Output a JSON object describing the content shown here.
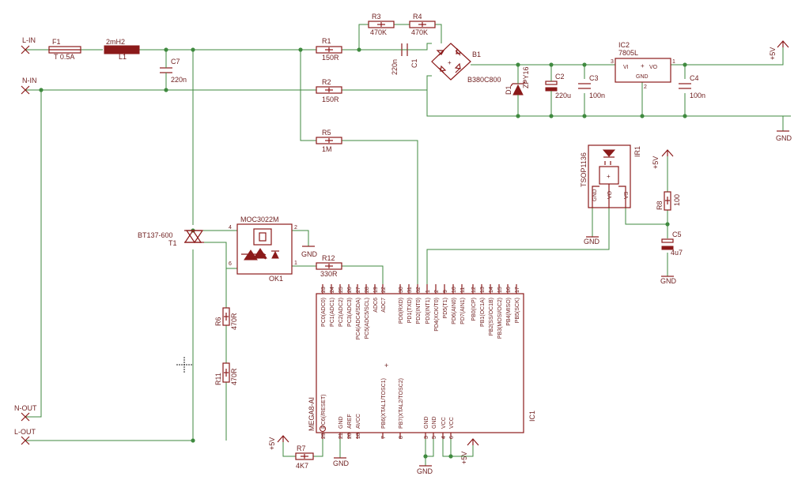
{
  "colors": {
    "wire": "#3f8a3f",
    "symbol": "#8b1a1a",
    "text": "#6e1e1e",
    "background": "#ffffff"
  },
  "ports": {
    "l_in": "L-IN",
    "n_in": "N-IN",
    "n_out": "N-OUT",
    "l_out": "L-OUT"
  },
  "power": {
    "vcc": "+5V",
    "gnd": "GND"
  },
  "parts": {
    "f1": {
      "name": "F1",
      "value": "T 0.5A"
    },
    "l1": {
      "name": "L1",
      "value": "2mH2"
    },
    "c7": {
      "name": "C7",
      "value": "220n"
    },
    "r1": {
      "name": "R1",
      "value": "150R"
    },
    "r2": {
      "name": "R2",
      "value": "150R"
    },
    "r3": {
      "name": "R3",
      "value": "470K"
    },
    "r4": {
      "name": "R4",
      "value": "470K"
    },
    "c1": {
      "name": "C1",
      "value": "220n"
    },
    "b1": {
      "name": "B1",
      "value": "B380C800"
    },
    "d1": {
      "name": "D1",
      "value": "ZPY16"
    },
    "c2": {
      "name": "C2",
      "value": "220u"
    },
    "c3": {
      "name": "C3",
      "value": "100n"
    },
    "ic2": {
      "name": "IC2",
      "value": "7805L",
      "pin_vi": "VI",
      "pin_vo": "VO",
      "pin_gnd": "GND",
      "num1": "1",
      "num2": "2",
      "num3": "3"
    },
    "c4": {
      "name": "C4",
      "value": "100n"
    },
    "r5": {
      "name": "R5",
      "value": "1M"
    },
    "ir1": {
      "name": "IR1",
      "value": "TSOP1136",
      "pin_gnd": "GND",
      "pin_vo": "VO",
      "pin_vs": "VS"
    },
    "r8": {
      "name": "R8",
      "value": "100"
    },
    "c5": {
      "name": "C5",
      "value": "4u7"
    },
    "t1": {
      "name": "T1",
      "value": "BT137-600"
    },
    "ok1": {
      "name": "OK1",
      "value": "MOC3022M",
      "p1": "1",
      "p2": "2",
      "p4": "4",
      "p6": "6"
    },
    "r12": {
      "name": "R12",
      "value": "330R"
    },
    "r6": {
      "name": "R6",
      "value": "470R"
    },
    "r11": {
      "name": "R11",
      "value": "470R"
    },
    "r7": {
      "name": "R7",
      "value": "4K7"
    },
    "ic1": {
      "name": "IC1",
      "value": "MEGA8-AI"
    }
  },
  "ic1_top_pins": [
    {
      "num": "23",
      "label": "PC0(ADC0)"
    },
    {
      "num": "24",
      "label": "PC1(ADC1)"
    },
    {
      "num": "25",
      "label": "PC2(ADC2)"
    },
    {
      "num": "26",
      "label": "PC3(ADC3)"
    },
    {
      "num": "27",
      "label": "PC4(ADC4/SDA)"
    },
    {
      "num": "28",
      "label": "PC5(ADC5/SCL)"
    },
    {
      "num": "19",
      "label": "ADC6"
    },
    {
      "num": "22",
      "label": "ADC7"
    },
    {
      "num": "30",
      "label": "PD0(RXD)"
    },
    {
      "num": "31",
      "label": "PD1(TXD)"
    },
    {
      "num": "32",
      "label": "PD2(INT0)"
    },
    {
      "num": "1",
      "label": "PD3(INT1)"
    },
    {
      "num": "2",
      "label": "PD4(XCK/T0)"
    },
    {
      "num": "9",
      "label": "PD5(T1)"
    },
    {
      "num": "10",
      "label": "PD6(AIN0)"
    },
    {
      "num": "11",
      "label": "PD7(AIN1)"
    },
    {
      "num": "12",
      "label": "PB0(ICP)"
    },
    {
      "num": "13",
      "label": "PB1(OC1A)"
    },
    {
      "num": "14",
      "label": "PB2(SS/OC1B)"
    },
    {
      "num": "15",
      "label": "PB3(MOSI/OC2)"
    },
    {
      "num": "16",
      "label": "PB4(MISO)"
    },
    {
      "num": "17",
      "label": "PB5(SCK)"
    }
  ],
  "ic1_bottom_pins": [
    {
      "num": "29",
      "label": "PC6(/RESET)"
    },
    {
      "num": "21",
      "label": "GND"
    },
    {
      "num": "20",
      "label": "AREF"
    },
    {
      "num": "18",
      "label": "AVCC"
    },
    {
      "num": "7",
      "label": "PB6(XTAL1/TOSC1)"
    },
    {
      "num": "8",
      "label": "PB7(XTAL2/TOSC2)"
    },
    {
      "num": "3",
      "label": "GND"
    },
    {
      "num": "5",
      "label": "GND"
    },
    {
      "num": "4",
      "label": "VCC"
    },
    {
      "num": "6",
      "label": "VCC"
    }
  ]
}
